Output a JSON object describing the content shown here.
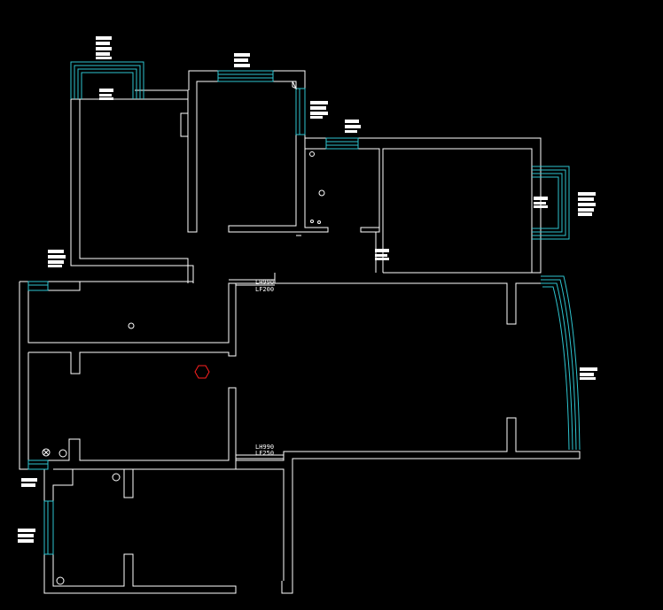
{
  "drawing": {
    "background": "#000000",
    "wall_color": "#ffffff",
    "window_color": "#2ec4cf",
    "marker_color": "#ff2020"
  },
  "dimension_labels": {
    "upper": {
      "lh": "LH990",
      "lf": "LF200"
    },
    "lower": {
      "lh": "LH990",
      "lf": "LF250"
    }
  },
  "symbols": [
    "light-fixture-icon",
    "drain-icon",
    "red-hexagon-marker"
  ]
}
